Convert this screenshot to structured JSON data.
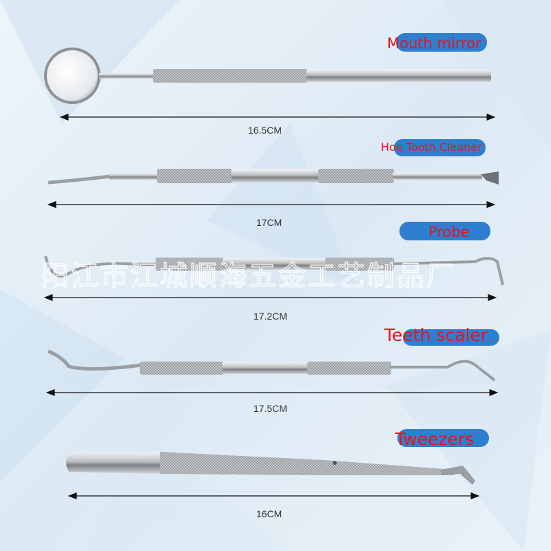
{
  "colors": {
    "label_text": "#e8141b",
    "label_pill": "#2f7fd0",
    "background": "#e6f0f8"
  },
  "watermark": "阳江市江城顺海五金工艺制品厂",
  "tools": [
    {
      "name": "Mouth mirror",
      "length": "16.5CM"
    },
    {
      "name": "Hoe Tooth Cleaner",
      "length": "17CM"
    },
    {
      "name": "Probe",
      "length": "17.2CM"
    },
    {
      "name": "Teeth scaler",
      "length": "17.5CM"
    },
    {
      "name": "Tweezers",
      "length": "16CM"
    }
  ]
}
